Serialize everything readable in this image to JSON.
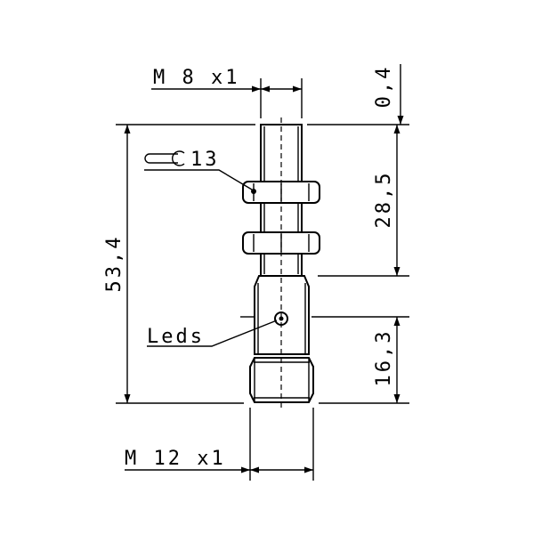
{
  "drawing": {
    "labels": {
      "thread_top": "M 8 x1",
      "thread_bottom": "M 12 x1",
      "wrench_size": "13",
      "leds": "Leds"
    },
    "dimensions": {
      "total_length": "53,4",
      "offset_top": "0,4",
      "threaded_length": "28,5",
      "body_length": "16,3"
    }
  }
}
